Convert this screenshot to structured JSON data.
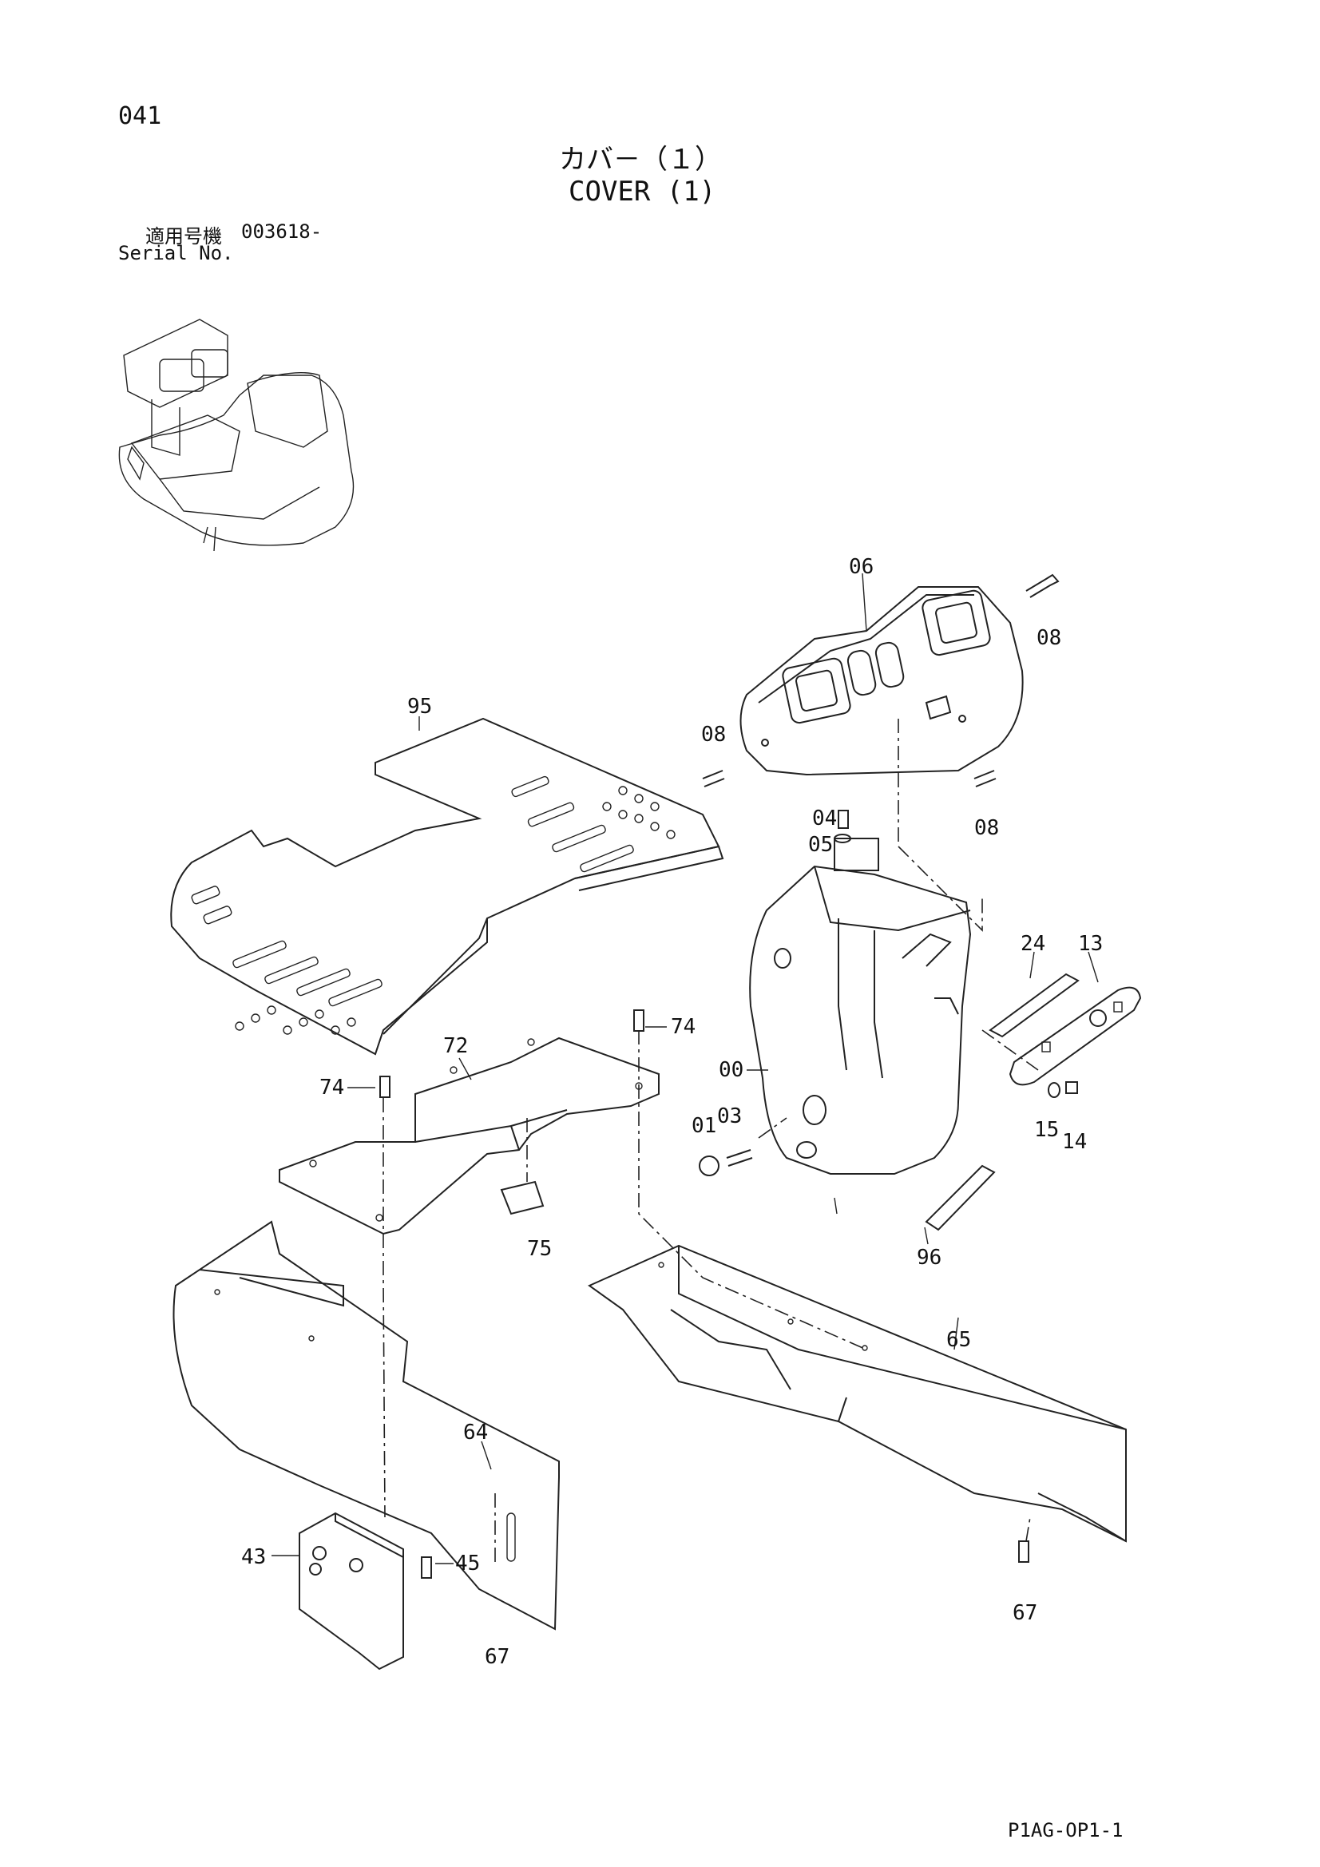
{
  "header": {
    "page_number": "041",
    "title_ja": "カバ－（１）",
    "title_en": "COVER (1)",
    "serial_label_ja": "適用号機",
    "serial_value": "003618-",
    "serial_label_en": "Serial No."
  },
  "footer": {
    "drawing_code": "P1AG-OP1-1"
  },
  "part_callouts": [
    "06",
    "08",
    "08",
    "08",
    "95",
    "04",
    "05",
    "24",
    "13",
    "74",
    "74",
    "72",
    "00",
    "01",
    "03",
    "15",
    "14",
    "75",
    "96",
    "65",
    "64",
    "43",
    "45",
    "67",
    "67"
  ]
}
